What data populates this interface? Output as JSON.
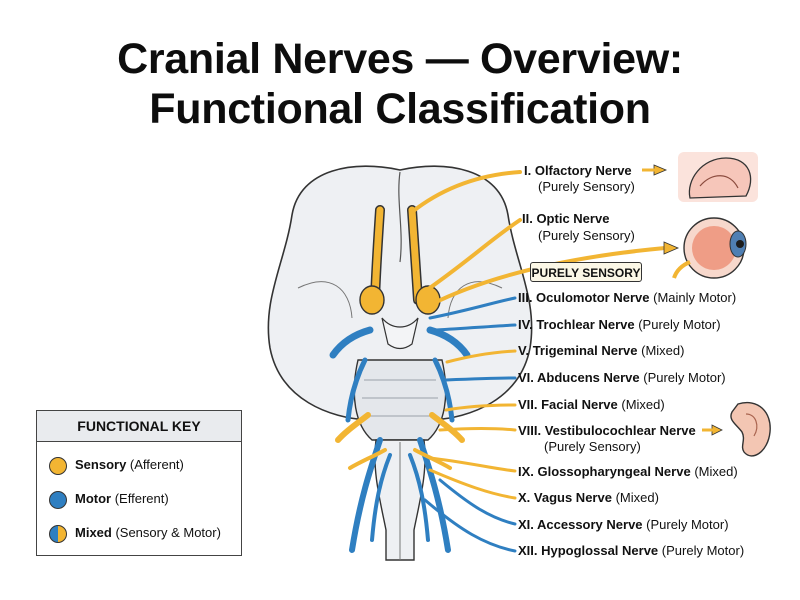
{
  "title": {
    "line1": "Cranial Nerves — Overview:",
    "line2": "Functional Classification"
  },
  "colors": {
    "sensory": "#f2b533",
    "motor": "#2f7fc1",
    "brain_fill": "#eef0f3",
    "outline": "#333333"
  },
  "nerves": [
    {
      "name": "I. Olfactory Nerve",
      "classification": "(Purely Sensory)",
      "type": "sensory"
    },
    {
      "name": "II. Optic Nerve",
      "classification": "(Purely Sensory)",
      "type": "sensory"
    },
    {
      "name": "III. Oculomotor Nerve",
      "classification": "(Mainly Motor)",
      "type": "motor"
    },
    {
      "name": "IV. Trochlear Nerve",
      "classification": "(Purely Motor)",
      "type": "motor"
    },
    {
      "name": "V. Trigeminal Nerve",
      "classification": "(Mixed)",
      "type": "mixed"
    },
    {
      "name": "VI. Abducens Nerve",
      "classification": "(Purely Motor)",
      "type": "motor"
    },
    {
      "name": "VII. Facial Nerve",
      "classification": "(Mixed)",
      "type": "mixed"
    },
    {
      "name": "VIII. Vestibulocochlear Nerve",
      "classification": "(Purely Sensory)",
      "type": "sensory"
    },
    {
      "name": "IX. Glossopharyngeal Nerve",
      "classification": "(Mixed)",
      "type": "mixed"
    },
    {
      "name": "X. Vagus Nerve",
      "classification": "(Mixed)",
      "type": "mixed"
    },
    {
      "name": "XI. Accessory Nerve",
      "classification": "(Purely Motor)",
      "type": "motor"
    },
    {
      "name": "XII. Hypoglossal Nerve",
      "classification": "(Purely Motor)",
      "type": "motor"
    }
  ],
  "badge": "PURELY SENSORY",
  "icons": [
    "nose-icon",
    "eye-icon",
    "ear-icon"
  ],
  "key": {
    "title": "FUNCTIONAL KEY",
    "items": [
      {
        "bold": "Sensory",
        "rest": " (Afferent)"
      },
      {
        "bold": "Motor",
        "rest": " (Efferent)"
      },
      {
        "bold": "Mixed",
        "rest": " (Sensory & Motor)"
      }
    ]
  }
}
